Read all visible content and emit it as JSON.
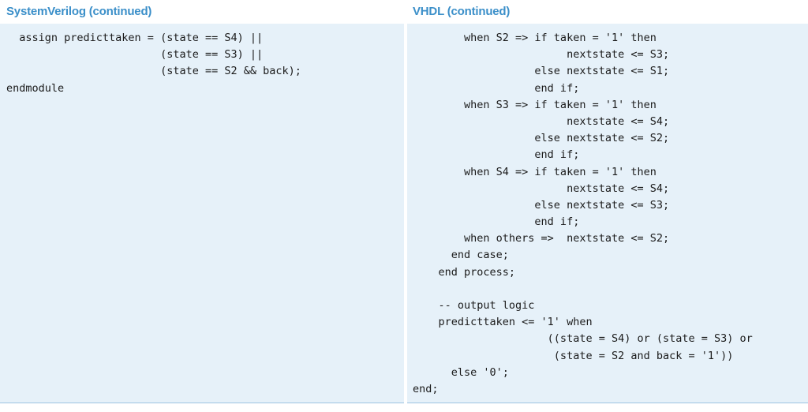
{
  "left": {
    "title": "SystemVerilog (continued)",
    "lines": [
      "  assign predicttaken = (state == S4) ||",
      "                        (state == S3) ||",
      "                        (state == S2 && back);",
      "endmodule"
    ]
  },
  "right": {
    "title": "VHDL (continued)",
    "lines": [
      "        when S2 => if taken = '1' then",
      "                        nextstate <= S3;",
      "                   else nextstate <= S1;",
      "                   end if;",
      "        when S3 => if taken = '1' then",
      "                        nextstate <= S4;",
      "                   else nextstate <= S2;",
      "                   end if;",
      "        when S4 => if taken = '1' then",
      "                        nextstate <= S4;",
      "                   else nextstate <= S3;",
      "                   end if;",
      "        when others =>  nextstate <= S2;",
      "      end case;",
      "    end process;",
      "",
      "    -- output logic",
      "    predicttaken <= '1' when",
      "                     ((state = S4) or (state = S3) or",
      "                      (state = S2 and back = '1'))",
      "      else '0';",
      "end;"
    ]
  }
}
